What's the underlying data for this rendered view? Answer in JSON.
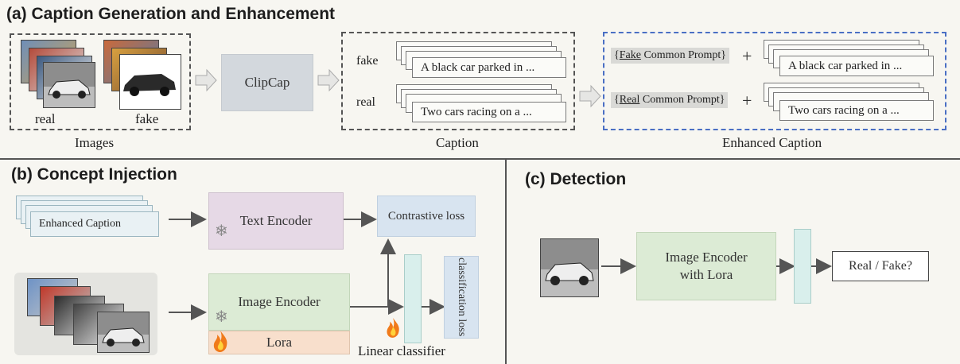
{
  "section_a": {
    "title": "(a) Caption Generation and Enhancement",
    "images_label": "Images",
    "real_label": "real",
    "fake_label": "fake",
    "clipcap_label": "ClipCap",
    "caption_label": "Caption",
    "enhanced_label": "Enhanced Caption",
    "fake_row_label": "fake",
    "real_row_label": "real",
    "fake_caption": "A black car parked in ...",
    "real_caption": "Two cars racing on a ...",
    "fake_prompt_prefix": "{",
    "fake_prompt_key": "Fake",
    "fake_prompt_rest": " Common Prompt}",
    "real_prompt_prefix": "{",
    "real_prompt_key": "Real",
    "real_prompt_rest": " Common Prompt}",
    "plus": "+"
  },
  "section_b": {
    "title": "(b) Concept Injection",
    "enhanced_caption": "Enhanced Caption",
    "text_encoder": "Text Encoder",
    "contrastive_loss": "Contrastive loss",
    "image_encoder": "Image Encoder",
    "lora": "Lora",
    "linear_classifier": "Linear classifier",
    "classification_loss": "classification loss"
  },
  "section_c": {
    "title": "(c) Detection",
    "image_encoder_line1": "Image Encoder",
    "image_encoder_line2": "with Lora",
    "output": "Real / Fake?"
  },
  "colors": {
    "clipcap_fill": "#d3d8dd",
    "text_encoder_fill": "#e6d9e6",
    "contrastive_fill": "#d8e4f0",
    "image_encoder_fill": "#dcebd5",
    "lora_fill": "#f8dfcc",
    "linear_fill": "#d9efec",
    "dash_blue": "#4a6fc4"
  },
  "icons": [
    "snowflake-icon",
    "fire-icon",
    "arrow-icon"
  ]
}
